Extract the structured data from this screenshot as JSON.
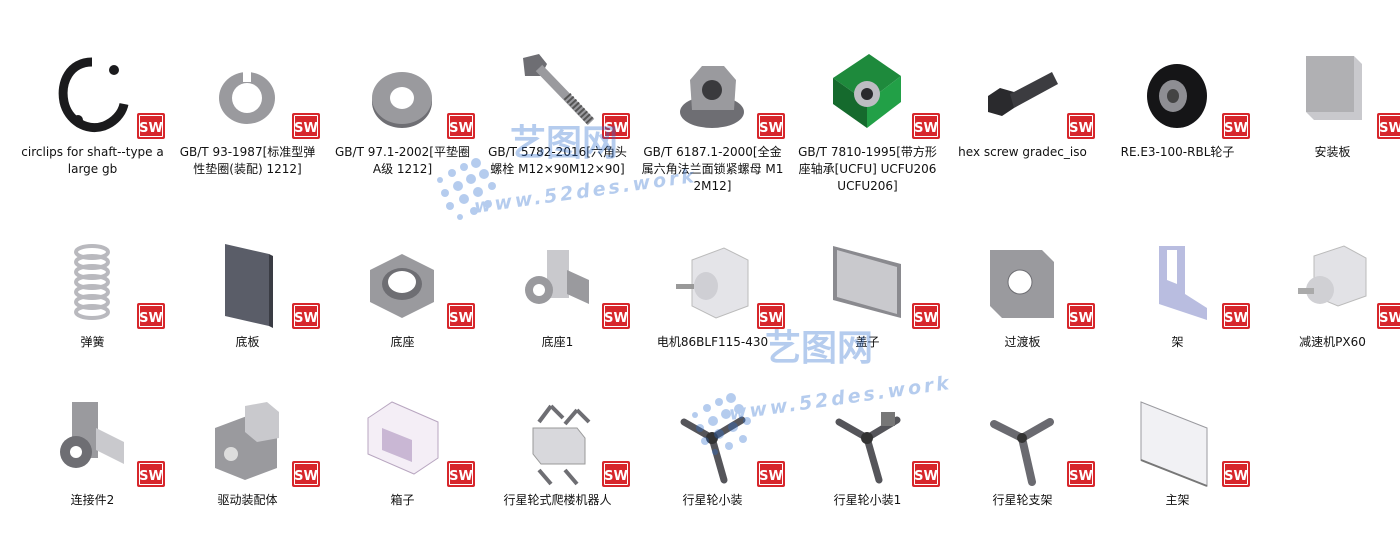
{
  "files": [
    {
      "label": "circlips for shaft--type a large gb",
      "icon": "circlip-part-icon"
    },
    {
      "label": "GB/T 93-1987[标准型弹性垫圈(装配) 1212]",
      "icon": "spring-washer-part-icon"
    },
    {
      "label": "GB/T 97.1-2002[平垫圈 A级 1212]",
      "icon": "flat-washer-part-icon"
    },
    {
      "label": "GB/T 5782-2016[六角头螺栓 M12×90M12×90]",
      "icon": "hex-bolt-part-icon"
    },
    {
      "label": "GB/T 6187.1-2000[全金属六角法兰面锁紧螺母 M12M12]",
      "icon": "flange-nut-part-icon"
    },
    {
      "label": "GB/T 7810-1995[带方形座轴承[UCFU] UCFU206UCFU206]",
      "icon": "bearing-part-icon"
    },
    {
      "label": "hex screw gradec_iso",
      "icon": "hex-screw-part-icon"
    },
    {
      "label": "RE.E3-100-RBL轮子",
      "icon": "wheel-part-icon"
    },
    {
      "label": "安装板",
      "icon": "mounting-plate-part-icon"
    },
    {
      "label": "弹簧",
      "icon": "spring-part-icon"
    },
    {
      "label": "底板",
      "icon": "base-plate-part-icon"
    },
    {
      "label": "底座",
      "icon": "base-part-icon"
    },
    {
      "label": "底座1",
      "icon": "base1-part-icon"
    },
    {
      "label": "电机86BLF115-430",
      "icon": "motor-part-icon"
    },
    {
      "label": "盖子",
      "icon": "cover-part-icon"
    },
    {
      "label": "过渡板",
      "icon": "adapter-plate-part-icon"
    },
    {
      "label": "架",
      "icon": "bracket-part-icon"
    },
    {
      "label": "减速机PX60",
      "icon": "reducer-part-icon"
    },
    {
      "label": "连接件2",
      "icon": "connector-part-icon"
    },
    {
      "label": "驱动装配体",
      "icon": "drive-assembly-icon"
    },
    {
      "label": "箱子",
      "icon": "box-part-icon"
    },
    {
      "label": "行星轮式爬楼机器人",
      "icon": "robot-assembly-icon"
    },
    {
      "label": "行星轮小装",
      "icon": "planet-wheel-part-icon"
    },
    {
      "label": "行星轮小装1",
      "icon": "planet-wheel1-part-icon"
    },
    {
      "label": "行星轮支架",
      "icon": "planet-bracket-part-icon"
    },
    {
      "label": "主架",
      "icon": "main-frame-part-icon"
    }
  ],
  "badge_text": "SW",
  "watermark": {
    "brand": "艺图网",
    "url": "www.52des.work"
  },
  "colors": {
    "sw_red": "#d7262b",
    "part_gray": "#9a9a9e",
    "bearing_green": "#1e8a3c",
    "watermark_blue": "#2f6fd0"
  }
}
